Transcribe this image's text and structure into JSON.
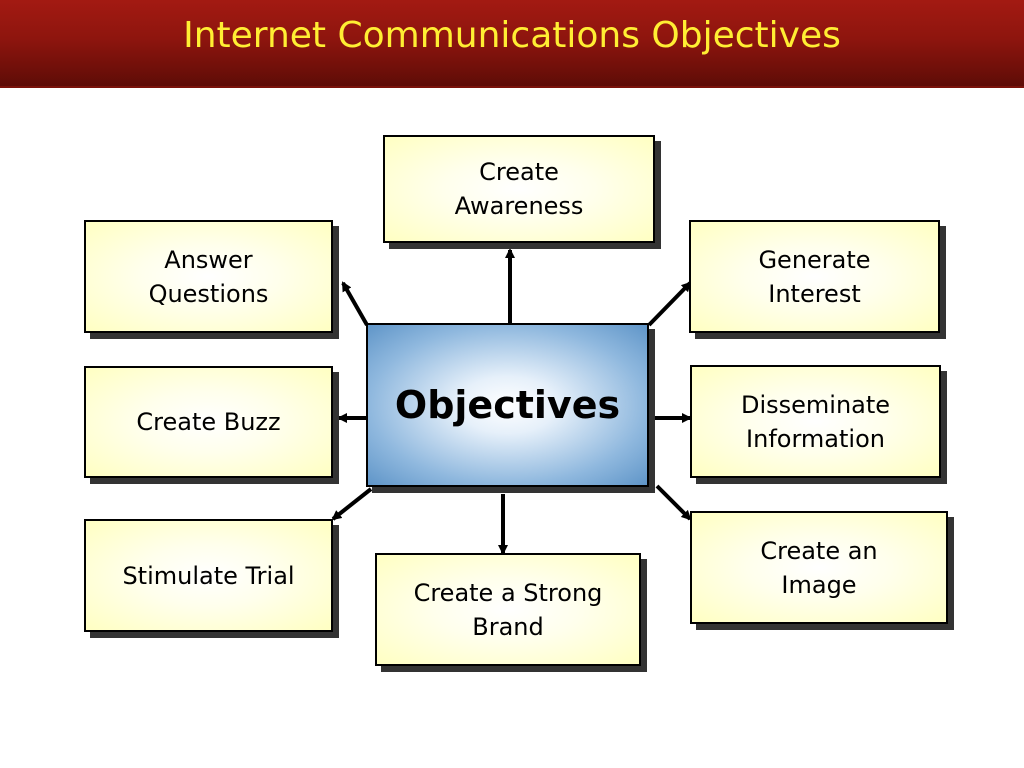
{
  "title": "Internet Communications Objectives",
  "center": {
    "label": "Objectives"
  },
  "nodes": [
    {
      "id": "create-awareness",
      "label": "Create\nAwareness"
    },
    {
      "id": "answer-questions",
      "label": "Answer\nQuestions"
    },
    {
      "id": "generate-interest",
      "label": "Generate\nInterest"
    },
    {
      "id": "create-buzz",
      "label": "Create Buzz"
    },
    {
      "id": "disseminate-information",
      "label": "Disseminate\nInformation"
    },
    {
      "id": "stimulate-trial",
      "label": "Stimulate Trial"
    },
    {
      "id": "create-strong-brand",
      "label": "Create a Strong\nBrand"
    },
    {
      "id": "create-image",
      "label": "Create an\nImage"
    }
  ],
  "colors": {
    "title_bar": "#8e150e",
    "title_text": "#ffee33",
    "node_fill": "#ffffc2",
    "center_fill": "#5f95c8",
    "shadow": "#333333"
  }
}
